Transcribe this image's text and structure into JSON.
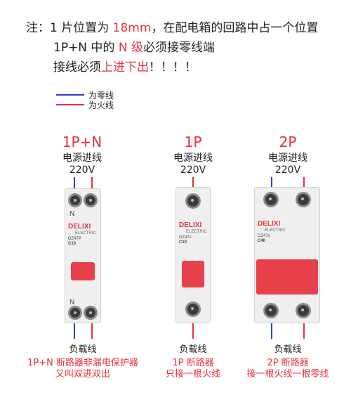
{
  "notes": {
    "prefix": "注：1 片位置为 ",
    "highlight1": "18mm",
    "suffix1": "，在配电箱的回路中占一个位置",
    "line2_pre": "1P+N 中的 ",
    "highlight2": "N 级",
    "line2_post": "必须接零线端",
    "line3_pre": "接线必须",
    "highlight3": "上进下出",
    "line3_post": "！！！！"
  },
  "legend": {
    "neutral": "为零线",
    "live": "为火线",
    "neutral_color": "#2a3fd6",
    "live_color": "#e8323c"
  },
  "devices": [
    {
      "title": "1P+N",
      "power_in": "电源进线",
      "voltage": "220V",
      "load": "负载线",
      "caption1": "1P+N 断路器非漏电保护器",
      "caption2": "又叫双进双出",
      "brand": "DELIXI",
      "brand_sub": "ELECTRIC",
      "model": "DZ47P",
      "rating": "C10",
      "n_label": "N"
    },
    {
      "title": "1P",
      "power_in": "电源进线",
      "voltage": "220V",
      "load": "负载线",
      "caption1": "1P 断路器",
      "caption2": "只接一根火线",
      "brand": "DELIXI",
      "brand_sub": "ELECTRIC",
      "model": "DZ47s",
      "rating": "C10"
    },
    {
      "title": "2P",
      "power_in": "电源进线",
      "voltage": "220V",
      "load": "负载线",
      "caption1": "2P 断路器",
      "caption2": "接一根火线一根零线",
      "brand": "DELIXI",
      "brand_sub": "ELECTRIC",
      "model": "DZ47s",
      "rating": "C40"
    }
  ]
}
